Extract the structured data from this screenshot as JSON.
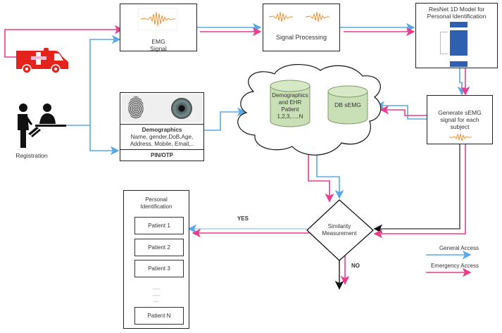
{
  "colors": {
    "general_access": "#5aa8e6",
    "emergency_access": "#ec3c8c",
    "neutral_line": "#555555",
    "signal_orange": "#f08a24",
    "cylinder_fill": "#c9dfb5",
    "ambulance_red": "#e3231c"
  },
  "actors": {
    "ambulance": {
      "icon": "ambulance-icon"
    },
    "registration": {
      "label": "Registration",
      "icon": "registration-desk-icon"
    }
  },
  "nodes": {
    "emg_signal": {
      "line1": "EMG",
      "line2": "Signal"
    },
    "signal_processing": {
      "label": "Signal Processing"
    },
    "resnet": {
      "line1": "ResNet 1D Model for",
      "line2": "Personal Identification"
    },
    "biometrics": {
      "heading": "Demographics",
      "line1": "Name, gender,DoB,Age,",
      "line2": "Address, Mobile, Email,..",
      "footer": "PIN/OTP",
      "icons": [
        "fingerprint-icon",
        "iris-icon"
      ]
    },
    "cloud": {
      "db_demographics": {
        "line1": "Demographics",
        "line2": "and EHR",
        "line3": "Patient",
        "line4": "1,2,3,.....N"
      },
      "db_semg": {
        "label": "DB sEMG"
      }
    },
    "generate": {
      "line1": "Generate sEMG",
      "line2": "signal for each",
      "line3": "subject"
    },
    "similarity": {
      "line1": "Similarity",
      "line2": "Measurement"
    },
    "yes_label": "YES",
    "no_label": "NO"
  },
  "identification": {
    "title_line1": "Personal",
    "title_line2": "Identification",
    "patients": [
      "Patient 1",
      "Patient 2",
      "Patient 3"
    ],
    "ellipsis": [
      "......",
      "......",
      "....."
    ],
    "last_patient": "Patient N"
  },
  "legend": {
    "items": [
      {
        "label": "General Access",
        "color": "#5aa8e6"
      },
      {
        "label": "Emergency Access",
        "color": "#ec3c8c"
      }
    ]
  }
}
